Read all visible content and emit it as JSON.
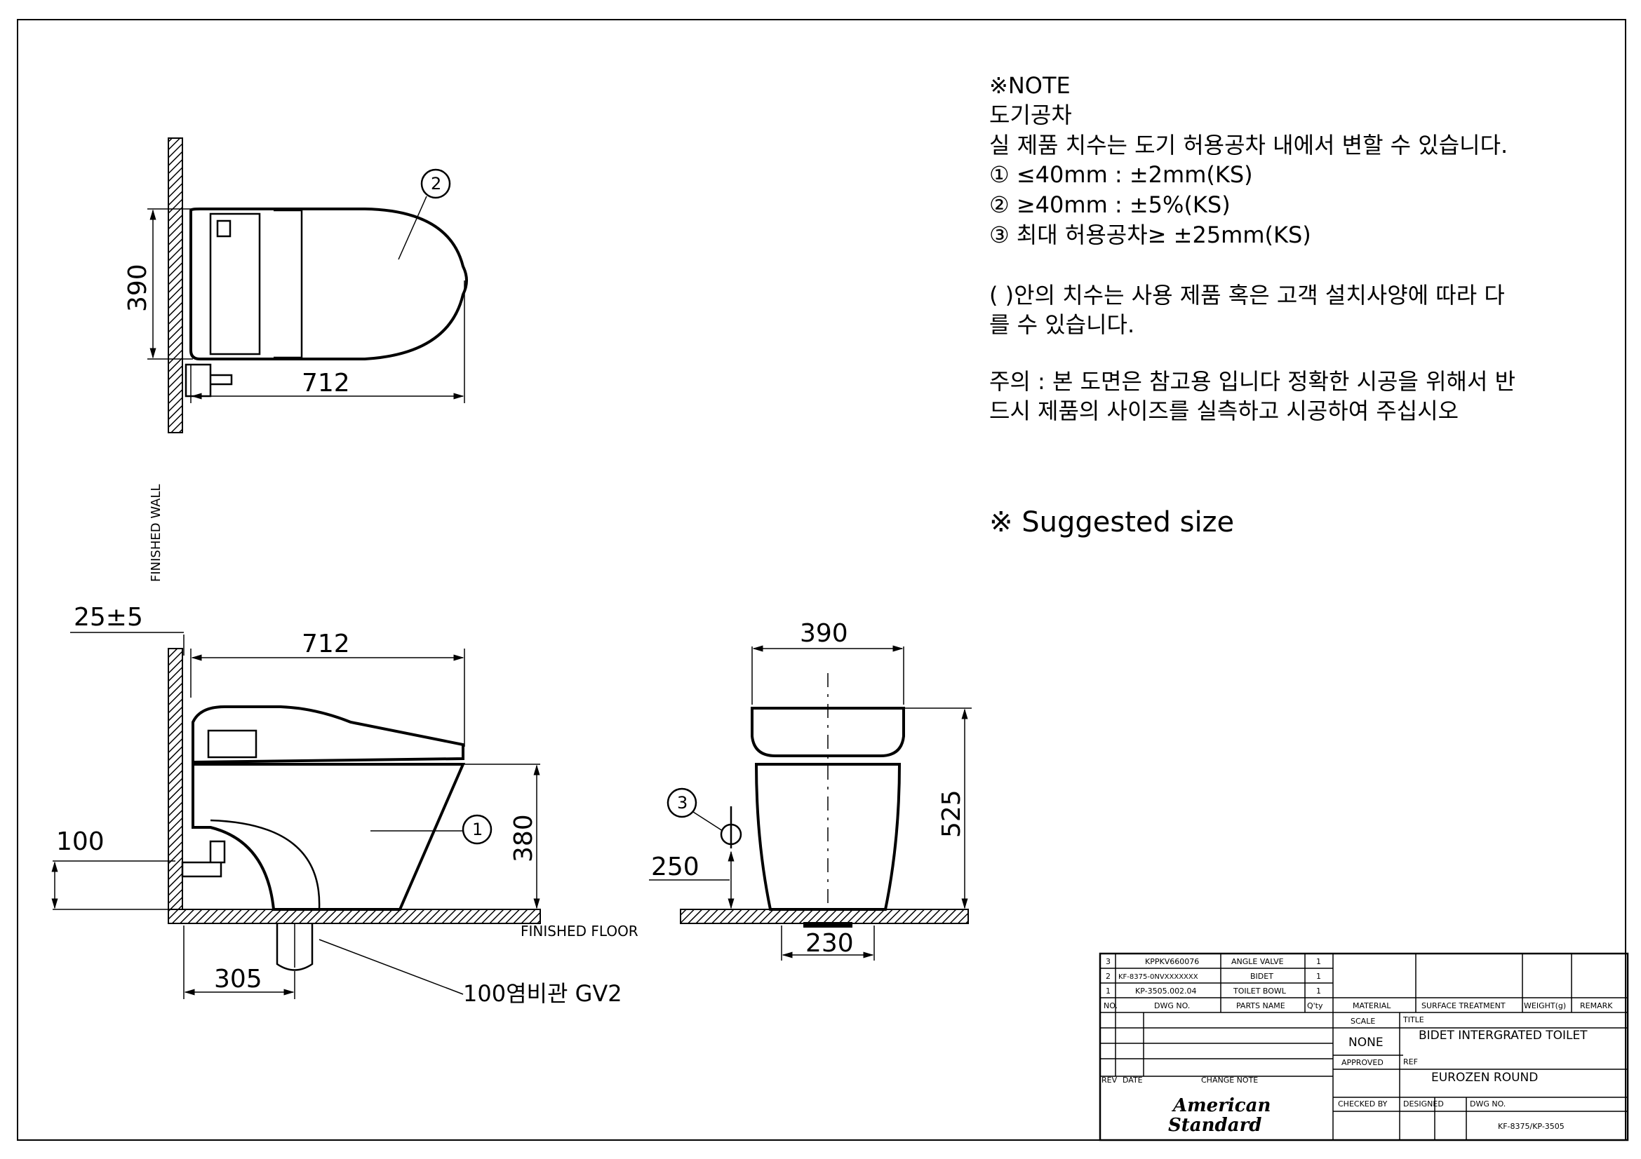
{
  "notes": {
    "heading": "※NOTE",
    "subheading": "도기공차",
    "line1": "실 제품 치수는 도기 허용공차 내에서 변할 수 있습니다.",
    "tol1": "① ≤40mm : ±2mm(KS)",
    "tol2": "② ≥40mm : ±5%(KS)",
    "tol3": "③ 최대 허용공차≥ ±25mm(KS)",
    "para1_line1": "( )안의 치수는 사용 제품 혹은 고객 설치사양에 따라 다",
    "para1_line2": "를 수 있습니다.",
    "para2_line1": "주의 : 본 도면은 참고용 입니다 정확한 시공을 위해서 반",
    "para2_line2": "드시 제품의 사이즈를 실측하고 시공하여 주십시오",
    "suggested": "※ Suggested size"
  },
  "drawing": {
    "top_view": {
      "width_dim": "390",
      "length_dim": "712",
      "callout": "2"
    },
    "finished_wall": "FINISHED WALL",
    "side_view": {
      "offset_dim": "25±5",
      "length_dim": "712",
      "inlet_height_dim": "100",
      "bowl_height_dim": "380",
      "drain_dim": "305",
      "callout": "1",
      "pipe_label": "100염비관 GV2"
    },
    "finished_floor": "FINISHED FLOOR",
    "front_view": {
      "width_dim": "390",
      "height_dim": "525",
      "valve_height_dim": "250",
      "base_dim": "230",
      "callout": "3"
    }
  },
  "parts": {
    "rows": [
      {
        "no": "3",
        "dwg": "KPPKV660076",
        "name": "ANGLE VALVE",
        "qty": "1"
      },
      {
        "no": "2",
        "dwg": "KF-8375-0NVXXXXXXX",
        "name": "BIDET",
        "qty": "1"
      },
      {
        "no": "1",
        "dwg": "KP-3505.002.04",
        "name": "TOILET BOWL",
        "qty": "1"
      }
    ],
    "headers": {
      "no": "NO.",
      "dwg": "DWG NO.",
      "name": "PARTS NAME",
      "qty": "Q'ty",
      "material": "MATERIAL",
      "surface": "SURFACE TREATMENT",
      "weight": "WEIGHT(g)",
      "remark": "REMARK"
    }
  },
  "title_block": {
    "rev": "REV",
    "date": "DATE",
    "change_note": "CHANGE NOTE",
    "scale_label": "SCALE",
    "scale_value": "NONE",
    "approved_label": "APPROVED",
    "title_label": "TITLE",
    "title_value": "BIDET INTERGRATED TOILET",
    "ref_label": "REF",
    "ref_value": "EUROZEN ROUND",
    "checked_by": "CHECKED BY",
    "designed": "DESIGNED",
    "dwg_no_label": "DWG NO.",
    "dwg_no_value": "KF-8375/KP-3505",
    "logo_line1": "American",
    "logo_line2": "Standard"
  }
}
